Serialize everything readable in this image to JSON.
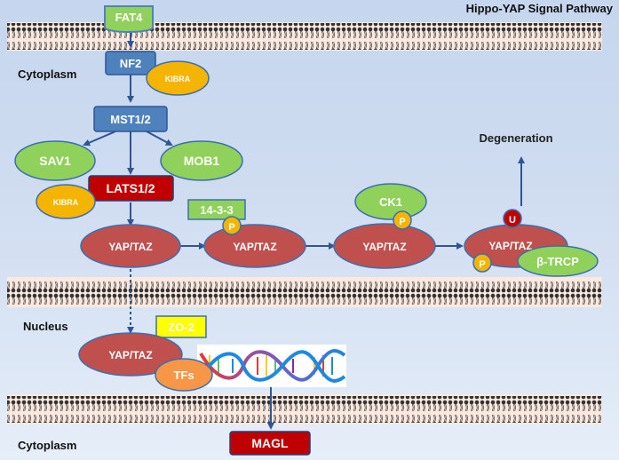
{
  "title": "Hippo-YAP Signal Pathway",
  "regions": {
    "cytoplasm_top": "Cytoplasm",
    "nucleus": "Nucleus",
    "cytoplasm_bottom": "Cytoplasm"
  },
  "nodes": {
    "fat4": "FAT4",
    "nf2": "NF2",
    "kibra_top": "KIBRA",
    "mst": "MST1/2",
    "sav1": "SAV1",
    "mob1": "MOB1",
    "lats": "LATS1/2",
    "kibra_left": "KIBRA",
    "yap1": "YAP/TAZ",
    "protein_1433": "14-3-3",
    "p1": "P",
    "yap2": "YAP/TAZ",
    "ck1": "CK1",
    "p2": "P",
    "yap3": "YAP/TAZ",
    "degeneration": "Degeneration",
    "u": "U",
    "yap4": "YAP/TAZ",
    "p3": "P",
    "btrcp": "β-TRCP",
    "zo2": "ZO-2",
    "yap_nuc": "YAP/TAZ",
    "tfs": "TFs",
    "magl": "MAGL"
  },
  "colors": {
    "blue_box": "#4f81bd",
    "green": "#8fd15a",
    "orange": "#f4b400",
    "red_ellipse": "#c0504d",
    "dark_red_box": "#c00000",
    "yellow_box": "#ffff00",
    "tfs_orange": "#f79646"
  }
}
